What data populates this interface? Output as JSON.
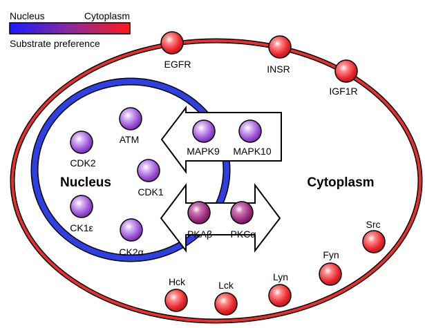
{
  "legend": {
    "left_label": "Nucleus",
    "right_label": "Cytoplasm",
    "caption": "Substrate preference",
    "color_start": "#1a1aff",
    "color_mid": "#8a2a9a",
    "color_end": "#ff1a1a"
  },
  "regions": {
    "nucleus_label": "Nucleus",
    "cytoplasm_label": "Cytoplasm"
  },
  "colors": {
    "cell_membrane": "#e8312f",
    "nuclear_envelope": "#2f3fe0",
    "nuclear_kinase": "#9b4fd6",
    "shuttling_kinase": "#8a2a8a",
    "membrane_kinase": "#e8262a"
  },
  "membrane_receptors": [
    {
      "id": "egfr",
      "label": "EGFR"
    },
    {
      "id": "insr",
      "label": "INSR"
    },
    {
      "id": "igf1r",
      "label": "IGF1R"
    }
  ],
  "nuclear_kinases": [
    {
      "id": "atm",
      "label": "ATM"
    },
    {
      "id": "cdk2",
      "label": "CDK2"
    },
    {
      "id": "cdk1",
      "label": "CDK1"
    },
    {
      "id": "ck1e",
      "label": "CK1ε"
    },
    {
      "id": "ck2a",
      "label": "CK2α"
    }
  ],
  "import_kinases": [
    {
      "id": "mapk9",
      "label": "MAPK9"
    },
    {
      "id": "mapk10",
      "label": "MAPK10"
    }
  ],
  "export_kinases": [
    {
      "id": "pkab",
      "label": "PKAβ"
    },
    {
      "id": "pkca",
      "label": "PKCα"
    }
  ],
  "src_family_kinases": [
    {
      "id": "hck",
      "label": "Hck"
    },
    {
      "id": "lck",
      "label": "Lck"
    },
    {
      "id": "lyn",
      "label": "Lyn"
    },
    {
      "id": "fyn",
      "label": "Fyn"
    },
    {
      "id": "src",
      "label": "Src"
    }
  ]
}
